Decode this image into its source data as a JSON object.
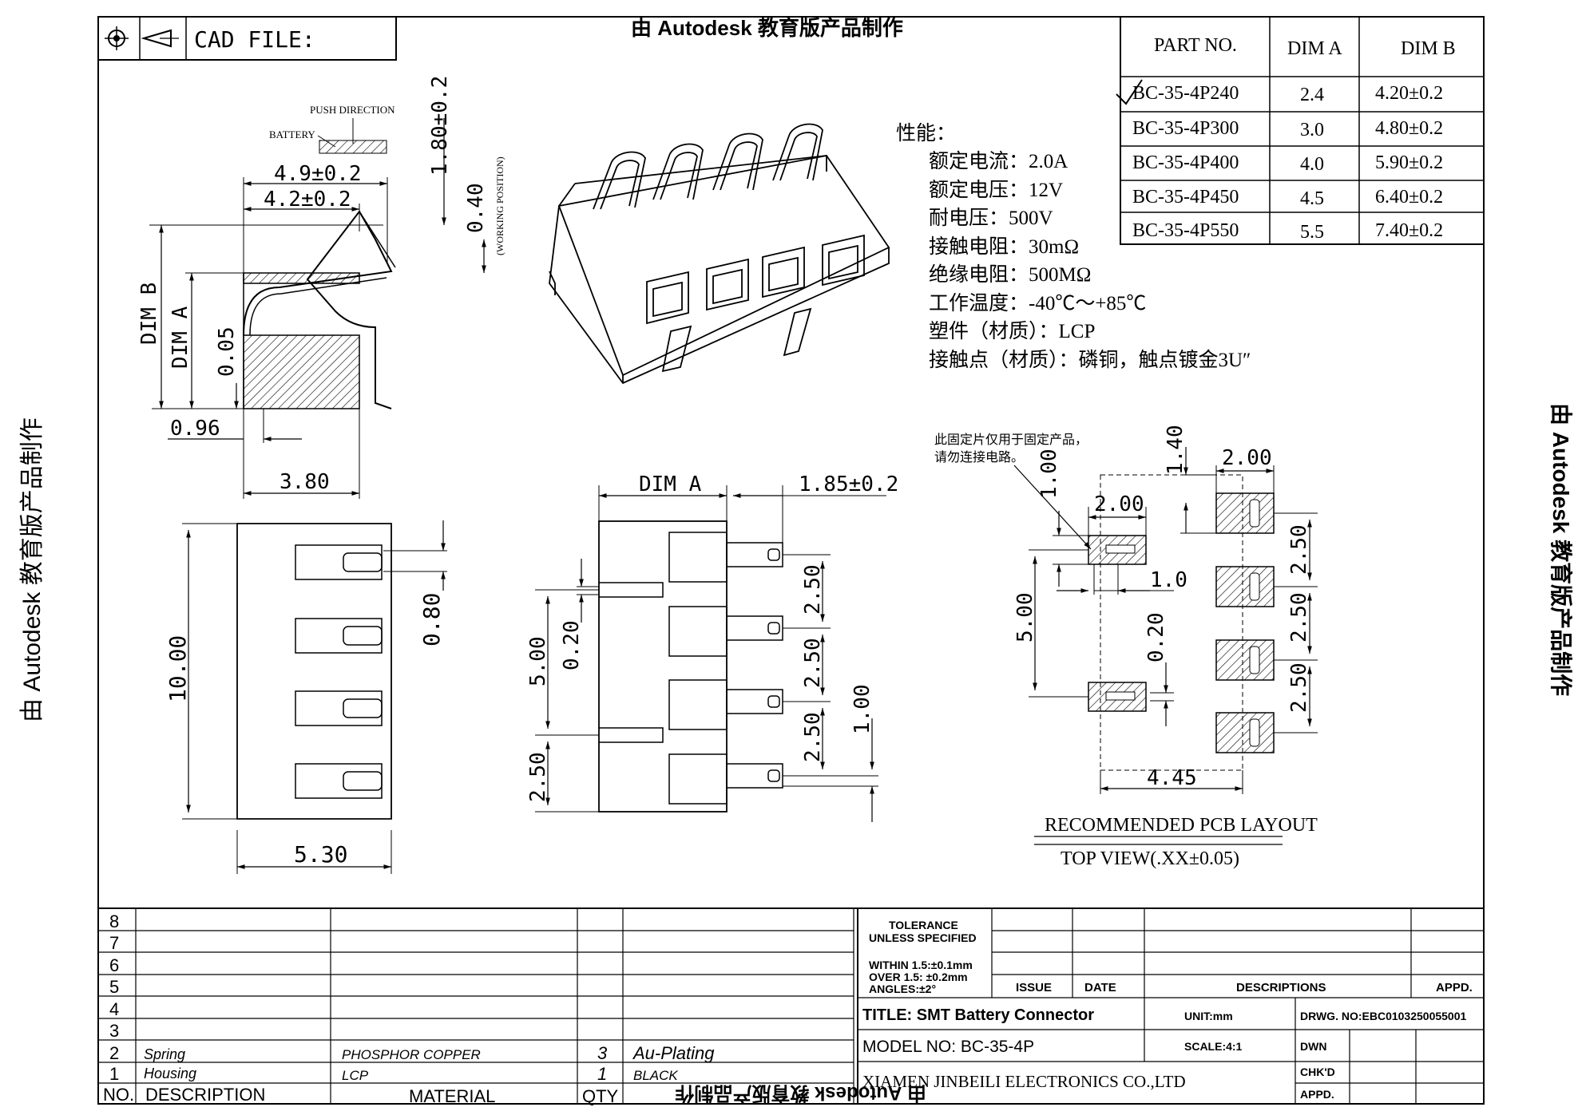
{
  "header": {
    "cad_label": "CAD FILE:",
    "icons": [
      "crosshair-icon",
      "projection-cone-icon"
    ]
  },
  "watermark": "由 Autodesk 教育版产品制作",
  "part_table": {
    "headers": [
      "PART NO.",
      "DIM A",
      "DIM B"
    ],
    "rows": [
      {
        "part": "BC-35-4P240",
        "dim_a": "2.4",
        "dim_b": "4.20±0.2",
        "checked": true
      },
      {
        "part": "BC-35-4P300",
        "dim_a": "3.0",
        "dim_b": "4.80±0.2",
        "checked": false
      },
      {
        "part": "BC-35-4P400",
        "dim_a": "4.0",
        "dim_b": "5.90±0.2",
        "checked": false
      },
      {
        "part": "BC-35-4P450",
        "dim_a": "4.5",
        "dim_b": "6.40±0.2",
        "checked": false
      },
      {
        "part": "BC-35-4P550",
        "dim_a": "5.5",
        "dim_b": "7.40±0.2",
        "checked": false
      }
    ]
  },
  "specs": {
    "title": "性能：",
    "items": [
      "额定电流：2.0A",
      "额定电压：12V",
      "耐电压：500V",
      "接触电阻：30mΩ",
      "绝缘电阻：500MΩ",
      "工作温度：-40℃～+85℃",
      "塑件（材质）：LCP",
      "接触点（材质）：磷铜，触点镀金3U″"
    ]
  },
  "side_view": {
    "push_direction": "PUSH DIRECTION",
    "battery": "BATTERY",
    "dim_49": "4.9±0.2",
    "dim_42": "4.2±0.2",
    "dim_180": "1.80±0.2",
    "dim_040": "0.40",
    "working_position": "(WORKING POSITION)",
    "dim_b": "DIM B",
    "dim_a": "DIM A",
    "dim_005": "0.05",
    "dim_096": "0.96",
    "dim_380": "3.80"
  },
  "top_view": {
    "dim_1000": "10.00",
    "dim_080": "0.80",
    "dim_530": "5.30"
  },
  "front_view": {
    "dim_a": "DIM A",
    "dim_185": "1.85±0.2",
    "dim_500": "5.00",
    "dim_020": "0.20",
    "dim_250_left": "2.50",
    "dim_250_r1": "2.50",
    "dim_250_r2": "2.50",
    "dim_250_r3": "2.50",
    "dim_100": "1.00"
  },
  "pcb": {
    "note_line1": "此固定片仅用于固定产品，",
    "note_line2": "请勿连接电路。",
    "dim_140": "1.40",
    "dim_200_top": "2.00",
    "dim_100": "1.00",
    "dim_200_pad": "2.00",
    "dim_10": "1.0",
    "dim_500": "5.00",
    "dim_020": "0.20",
    "dim_250_a": "2.50",
    "dim_250_b": "2.50",
    "dim_250_c": "2.50",
    "dim_445": "4.45",
    "caption1": "RECOMMENDED PCB LAYOUT",
    "caption2": "TOP VIEW(.XX±0.05)"
  },
  "bom": {
    "row_numbers": [
      "8",
      "7",
      "6",
      "5",
      "4",
      "3"
    ],
    "rows": [
      {
        "no": "2",
        "desc": "Spring",
        "material": "PHOSPHOR COPPER",
        "qty": "3",
        "remark": "Au-Plating"
      },
      {
        "no": "1",
        "desc": "Housing",
        "material": "LCP",
        "qty": "1",
        "remark": "BLACK"
      }
    ],
    "headers": {
      "no": "NO.",
      "desc": "DESCRIPTION",
      "material": "MATERIAL",
      "qty": "QTY"
    }
  },
  "title_block": {
    "tolerance": "TOLERANCE",
    "unless": "UNLESS SPECIFIED",
    "within": "WITHIN 1.5:±0.1mm",
    "over": "OVER 1.5:  ±0.2mm",
    "angles": "ANGLES:±2°",
    "issue": "ISSUE",
    "date": "DATE",
    "descriptions": "DESCRIPTIONS",
    "appd": "APPD.",
    "title": "TITLE: SMT Battery Connector",
    "unit": "UNIT:mm",
    "drwg": "DRWG. NO:EBC0103250055001",
    "model": "MODEL NO: BC-35-4P",
    "scale": "SCALE:4:1",
    "dwn": "DWN",
    "chkd": "CHK'D",
    "appd2": "APPD.",
    "company": "XIAMEN JINBEILI ELECTRONICS CO.,LTD"
  }
}
